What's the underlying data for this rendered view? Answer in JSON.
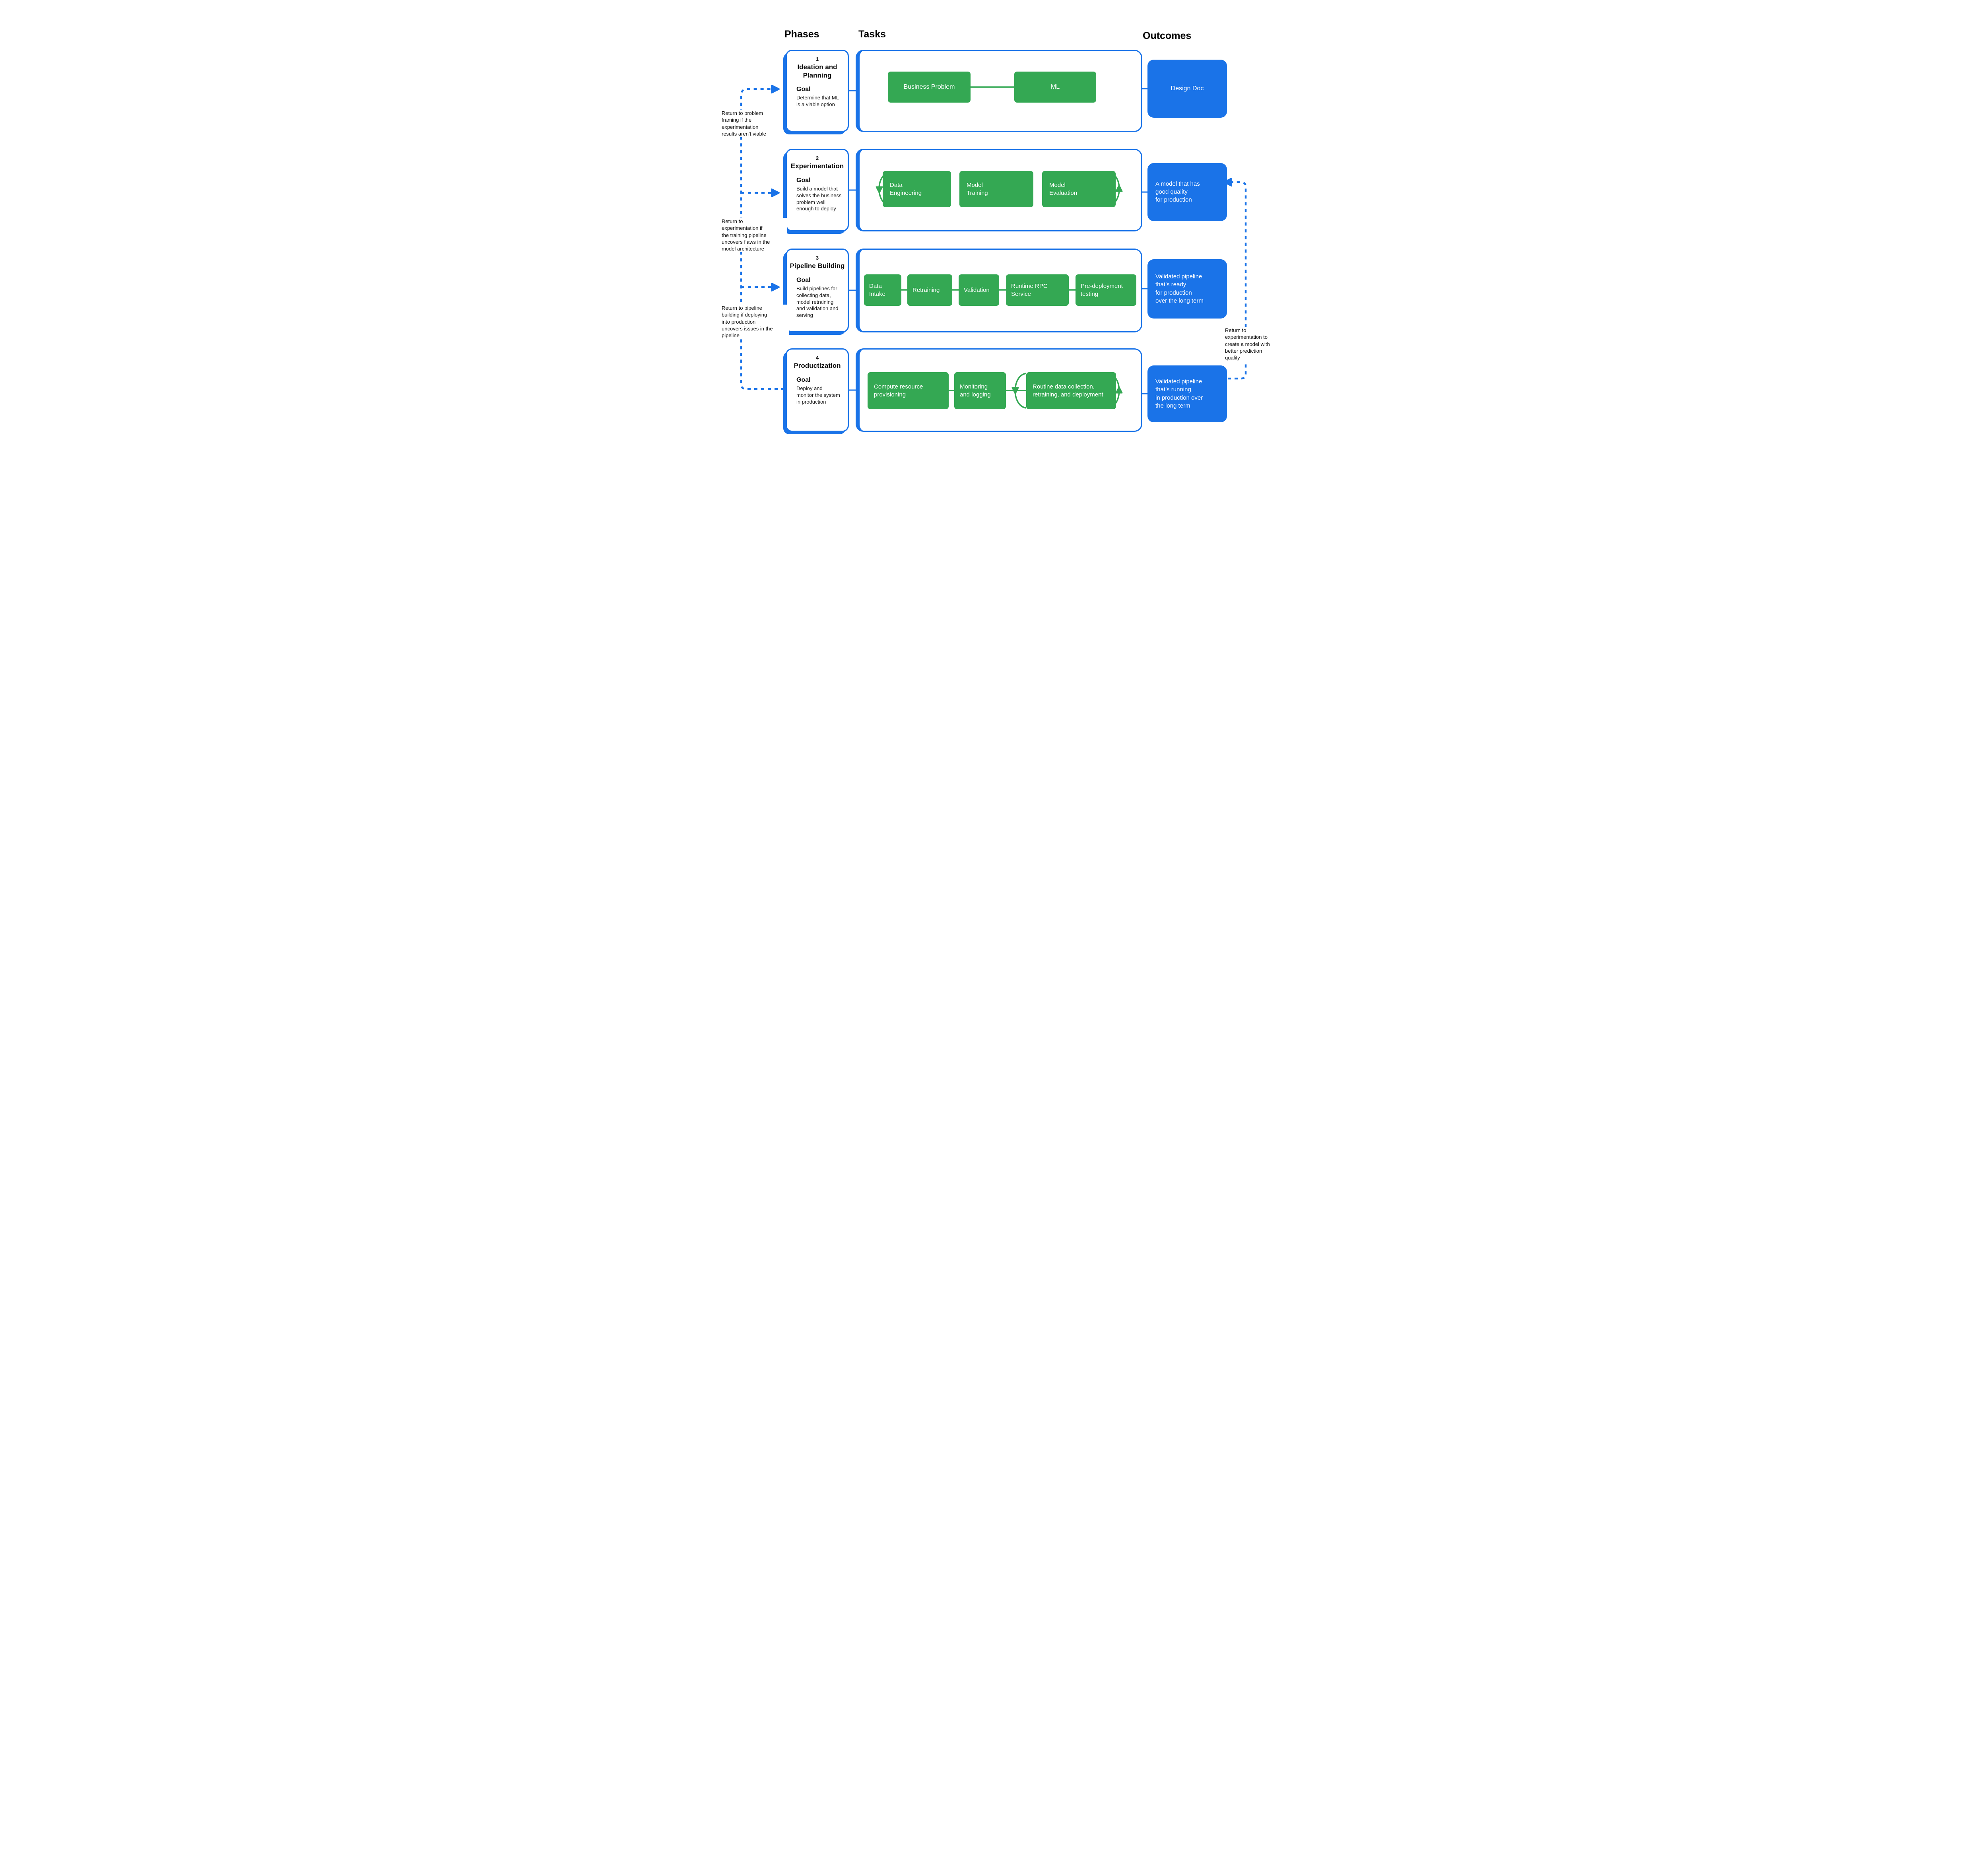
{
  "header": {
    "phases": "Phases",
    "tasks": "Tasks",
    "outcomes": "Outcomes"
  },
  "colors": {
    "accent_blue": "#1a73e8",
    "task_green": "#34a853",
    "text": "#0d0d0d"
  },
  "phases": [
    {
      "number": "1",
      "title": "Ideation and\nPlanning",
      "goal_label": "Goal",
      "goal": "Determine that ML\nis a viable option",
      "tasks": [
        "Business Problem",
        "ML"
      ],
      "outcome": "Design Doc"
    },
    {
      "number": "2",
      "title": "Experimentation",
      "goal_label": "Goal",
      "goal": "Build a model that\nsolves the business\nproblem well\nenough to deploy",
      "tasks": [
        "Data\nEngineering",
        "Model\nTraining",
        "Model\nEvaluation"
      ],
      "outcome": "A model that has\ngood quality\nfor production"
    },
    {
      "number": "3",
      "title": "Pipeline Building",
      "goal_label": "Goal",
      "goal": "Build pipelines for\ncollecting data,\nmodel retraining\nand validation and\nserving",
      "tasks": [
        "Data\nIntake",
        "Retraining",
        "Validation",
        "Runtime RPC\nService",
        "Pre-deployment\ntesting"
      ],
      "outcome": "Validated pipeline\nthat’s ready\nfor production\nover the long term"
    },
    {
      "number": "4",
      "title": "Productization",
      "goal_label": "Goal",
      "goal": "Deploy and\nmonitor the system\nin production",
      "tasks": [
        "Compute resource\nprovisioning",
        "Monitoring\nand logging",
        "Routine data collection,\nretraining, and deployment"
      ],
      "outcome": "Validated pipeline\nthat’s running\nin production over\nthe long term"
    }
  ],
  "annotations": {
    "return_to_problem_framing": "Return to problem\nframing if the\nexperimentation\nresults aren’t viable",
    "return_to_experimentation": "Return to\nexperimentation if\nthe training pipeline\nuncovers flaws in the\nmodel architecture",
    "return_to_pipeline_building": "Return to pipeline\nbuilding if deploying\ninto production\nuncovers issues in the\npipeline",
    "return_to_experimentation_quality": "Return to\nexperimentation to\ncreate a model with\nbetter prediction\nquality"
  }
}
